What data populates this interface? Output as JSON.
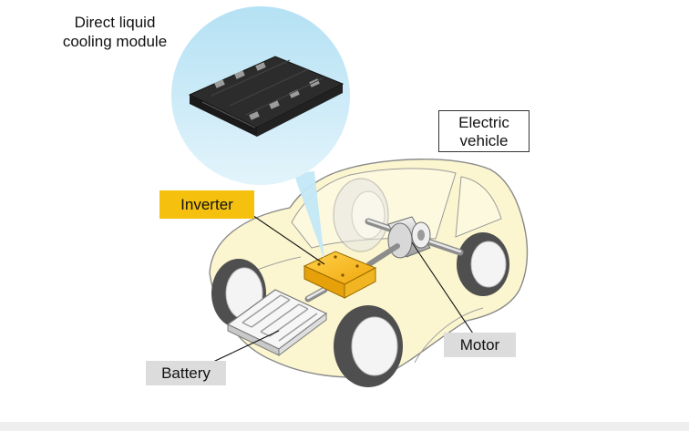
{
  "labels": {
    "module_line1": "Direct liquid",
    "module_line2": "cooling module",
    "ev_line1": "Electric",
    "ev_line2": "vehicle",
    "inverter": "Inverter",
    "motor": "Motor",
    "battery": "Battery"
  },
  "icons": {
    "vehicle": "car-icon",
    "module": "power-module-icon",
    "inverter": "inverter-box-icon",
    "motor": "motor-icon",
    "battery": "battery-pack-icon"
  },
  "colors": {
    "car_body": "#fbf6cf",
    "car_outline": "#8a8a8a",
    "callout_bubble": "#c3e8f7",
    "inverter_tag": "#f5c10e",
    "inverter_box": "#f3b318",
    "gray_tag": "#dcdcdc",
    "tire": "#555555",
    "wheel_rim": "#f4f4f4",
    "module_body": "#2a2a2a"
  }
}
